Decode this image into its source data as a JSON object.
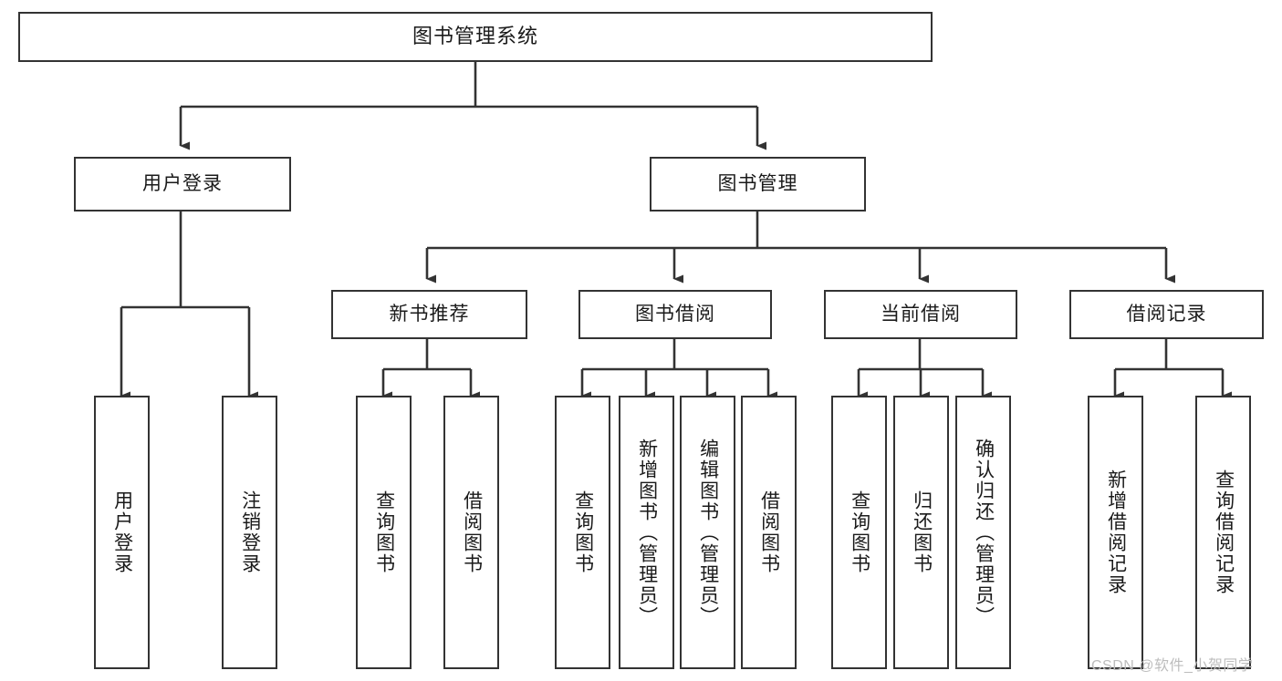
{
  "diagram": {
    "title": "图书管理系统",
    "type": "tree-hierarchy",
    "watermark": "CSDN @软件_小贺同学",
    "colors": {
      "box_border": "#333333",
      "box_fill": "#ffffff",
      "edge": "#333333",
      "text": "#1a1a1a",
      "watermark": "#bdbdbd",
      "background": "#ffffff"
    },
    "nodes": {
      "root": {
        "label": "图书管理系统"
      },
      "level1": [
        {
          "id": "user-login",
          "label": "用户登录"
        },
        {
          "id": "book-manage",
          "label": "图书管理"
        }
      ],
      "level2": [
        {
          "id": "new-book-recommend",
          "label": "新书推荐"
        },
        {
          "id": "book-borrow",
          "label": "图书借阅"
        },
        {
          "id": "current-borrow",
          "label": "当前借阅"
        },
        {
          "id": "borrow-record",
          "label": "借阅记录"
        }
      ],
      "leaves": {
        "user-login": [
          {
            "id": "leaf-user-login",
            "label": "用户登录"
          },
          {
            "id": "leaf-user-logout",
            "label": "注销登录"
          }
        ],
        "new-book-recommend": [
          {
            "id": "leaf-query-book-1",
            "label": "查询图书"
          },
          {
            "id": "leaf-borrow-book-1",
            "label": "借阅图书"
          }
        ],
        "book-borrow": [
          {
            "id": "leaf-query-book-2",
            "label": "查询图书"
          },
          {
            "id": "leaf-add-book",
            "label": "新增图书（管理员）"
          },
          {
            "id": "leaf-edit-book",
            "label": "编辑图书（管理员）"
          },
          {
            "id": "leaf-borrow-book-2",
            "label": "借阅图书"
          }
        ],
        "current-borrow": [
          {
            "id": "leaf-query-book-3",
            "label": "查询图书"
          },
          {
            "id": "leaf-return-book",
            "label": "归还图书"
          },
          {
            "id": "leaf-confirm-return",
            "label": "确认归还（管理员）"
          }
        ],
        "borrow-record": [
          {
            "id": "leaf-add-record",
            "label": "新增借阅记录"
          },
          {
            "id": "leaf-query-record",
            "label": "查询借阅记录"
          }
        ]
      }
    }
  }
}
